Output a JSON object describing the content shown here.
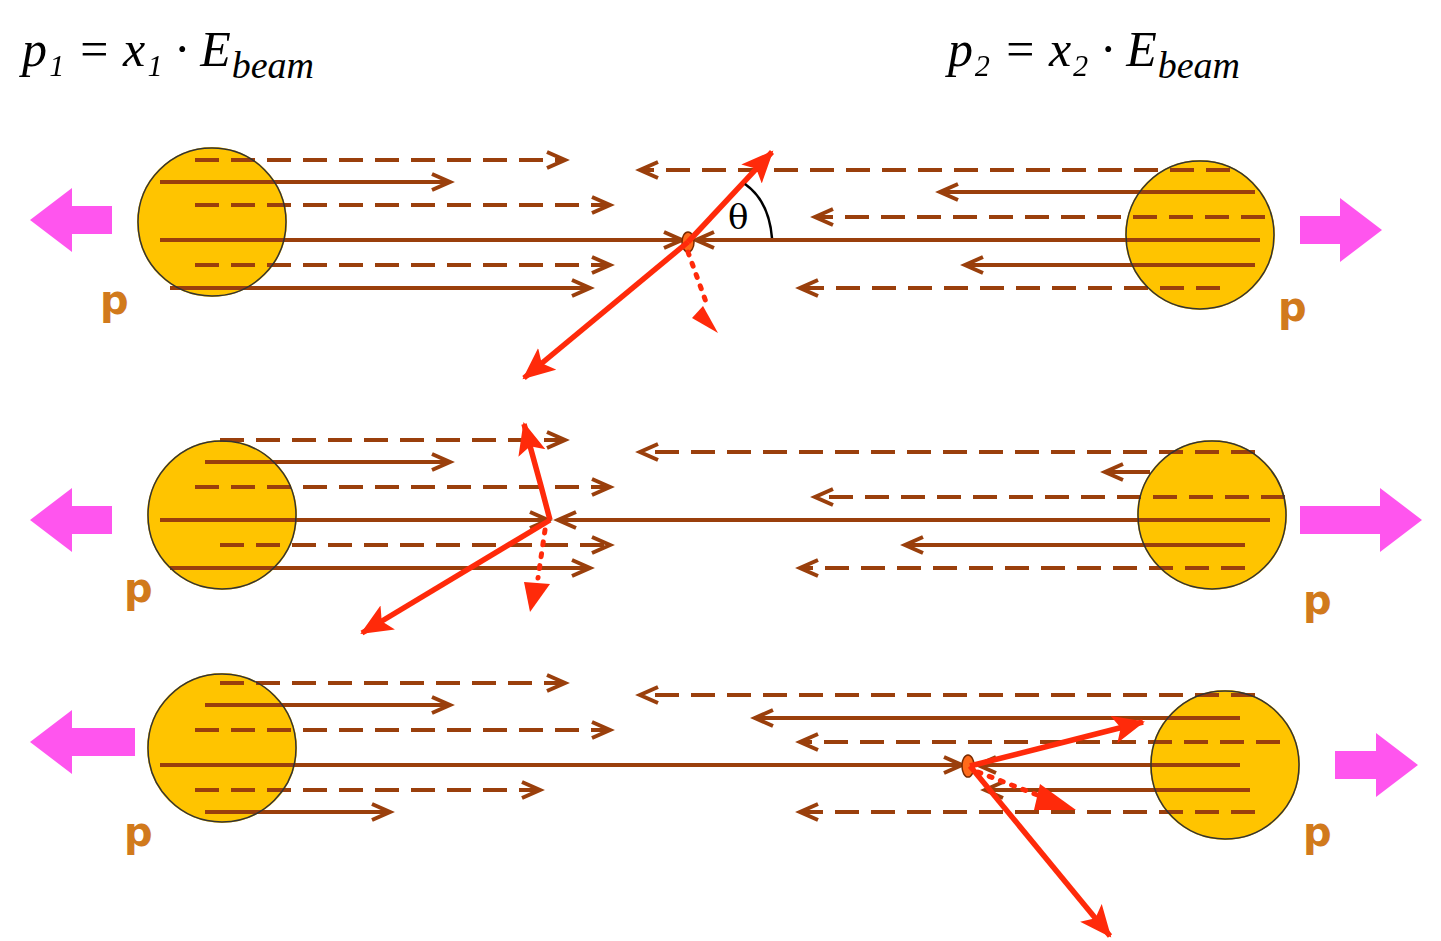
{
  "diagram": {
    "nodes": [
      {
        "text": [
          "p"
        ]
      },
      {
        "text": [
          "p"
        ]
      },
      {
        "text": [
          "p"
        ]
      },
      {
        "text": [
          "p"
        ]
      },
      {
        "text": [
          "p"
        ]
      },
      {
        "text": [
          "p"
        ]
      }
    ],
    "labels": [
      "p₁ = x₁ · E",
      "beam",
      "p₂ = x₂ · E",
      "beam",
      "θ"
    ]
  }
}
